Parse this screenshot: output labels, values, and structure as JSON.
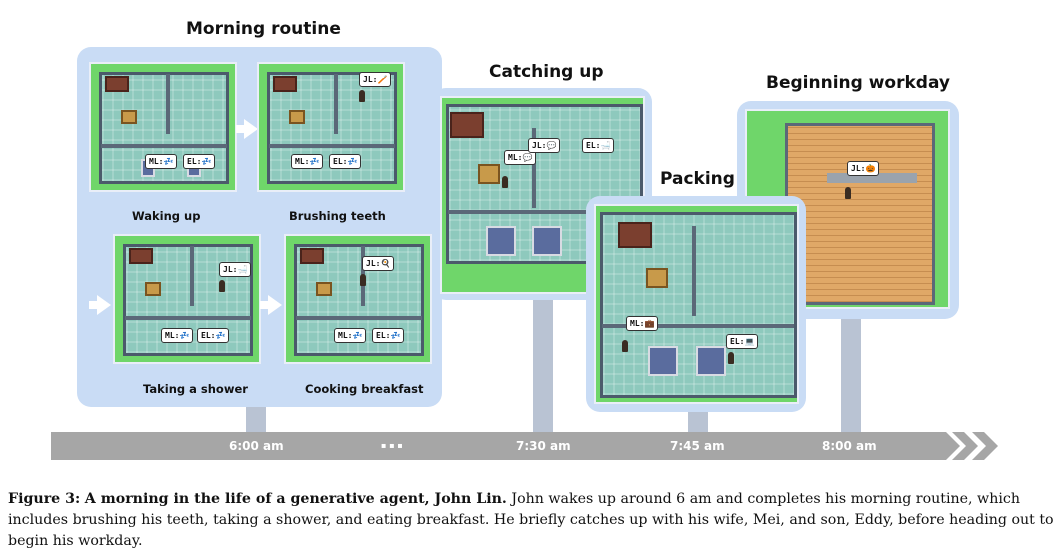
{
  "sections": {
    "morning_routine": "Morning routine",
    "catching_up": "Catching up",
    "packing": "Packing",
    "beginning_workday": "Beginning workday"
  },
  "scenes": {
    "waking_up": "Waking up",
    "brushing_teeth": "Brushing teeth",
    "taking_shower": "Taking a shower",
    "cooking_breakfast": "Cooking breakfast"
  },
  "bubbles": {
    "jl": "JL:",
    "ml": "ML:",
    "el": "EL:",
    "sleep": "💤",
    "brush": "🪥",
    "shower": "🛁",
    "cook": "🍳",
    "chat": "💬",
    "briefcase": "💼",
    "laptop": "💻",
    "pumpkin": "🎃"
  },
  "timeline": {
    "t1": "6:00 am",
    "gap": "▪ ▪ ▪",
    "t2": "7:30 am",
    "t3": "7:45 am",
    "t4": "8:00 am"
  },
  "caption": {
    "label": "Figure 3:",
    "bold": "A morning in the life of a generative agent, John Lin.",
    "text": "John wakes up around 6 am and completes his morning routine, which includes brushing his teeth, taking a shower, and eating breakfast. He briefly catches up with his wife, Mei, and son, Eddy, before heading out to begin his workday."
  },
  "colors": {
    "panel": "#c9dcf5",
    "grass": "#6fd66a",
    "timeline": "#a6a6a6"
  }
}
